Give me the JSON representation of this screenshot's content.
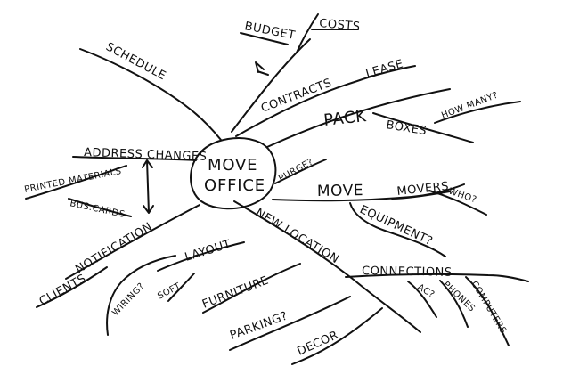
{
  "center": {
    "line1": "MOVE",
    "line2": "OFFICE"
  },
  "labels": {
    "budget": "BUDGET",
    "costs": "COSTS",
    "schedule": "SCHEDULE",
    "contracts": "CONTRACTS",
    "lease": "LEASE",
    "pack": "PACK",
    "boxes": "BOXES",
    "how_many": "HOW MANY?",
    "address_changes": "ADDRESS CHANGES",
    "printed_materials": "PRINTED MATERIALS",
    "bus_cards": "BUS.CARDS",
    "notification": "NOTIFICATION",
    "clients": "CLIENTS",
    "wiring": "WIRING?",
    "purge": "PURGE?",
    "move": "MOVE",
    "movers": "MOVERS",
    "who": "WHO?",
    "equipment": "EQUIPMENT?",
    "new_location": "NEW LOCATION",
    "layout": "LAYOUT",
    "soft": "SOFT.",
    "furniture": "FURNITURE",
    "parking": "PARKING?",
    "decor": "DECOR",
    "connections": "CONNECTIONS",
    "ac": "AC?",
    "phones": "PHONES",
    "computers": "COMPUTERS"
  }
}
